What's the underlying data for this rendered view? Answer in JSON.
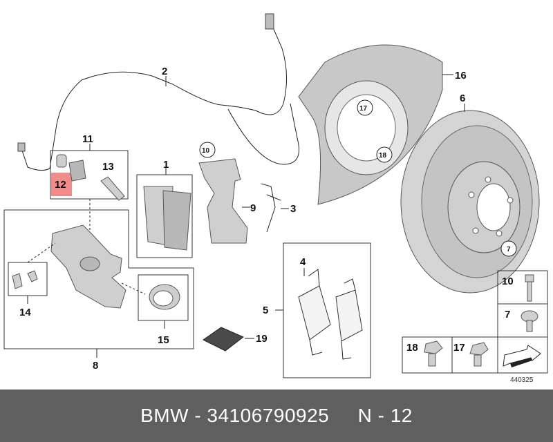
{
  "labels": {
    "sensor_wire": "2",
    "pad_repair_kit": "11",
    "guide_bolt_bushing": "12",
    "guide_bolt": "13",
    "brake_pads": "1",
    "carrier_bolt_ref": "10",
    "caliper_carrier": "9",
    "spring_clip": "3",
    "caliper_assembly": "8",
    "bleeder_kit": "14",
    "piston_seal_kit": "15",
    "anti_squeal_kit": "5",
    "spring_plate": "4",
    "paste": "19",
    "dust_shield": "16",
    "shield_bolt_ref": "17",
    "shield_bolt_ref_2": "18",
    "brake_disc": "6",
    "disc_screw_ref": "7",
    "hex_bolt": "10",
    "screw": "7",
    "collar_bolt": "18",
    "bolt": "17"
  },
  "highlight_color": "#f28b8b",
  "reference_number": "440325",
  "footer": {
    "text": "BMW - 34106790925     N - 12"
  }
}
